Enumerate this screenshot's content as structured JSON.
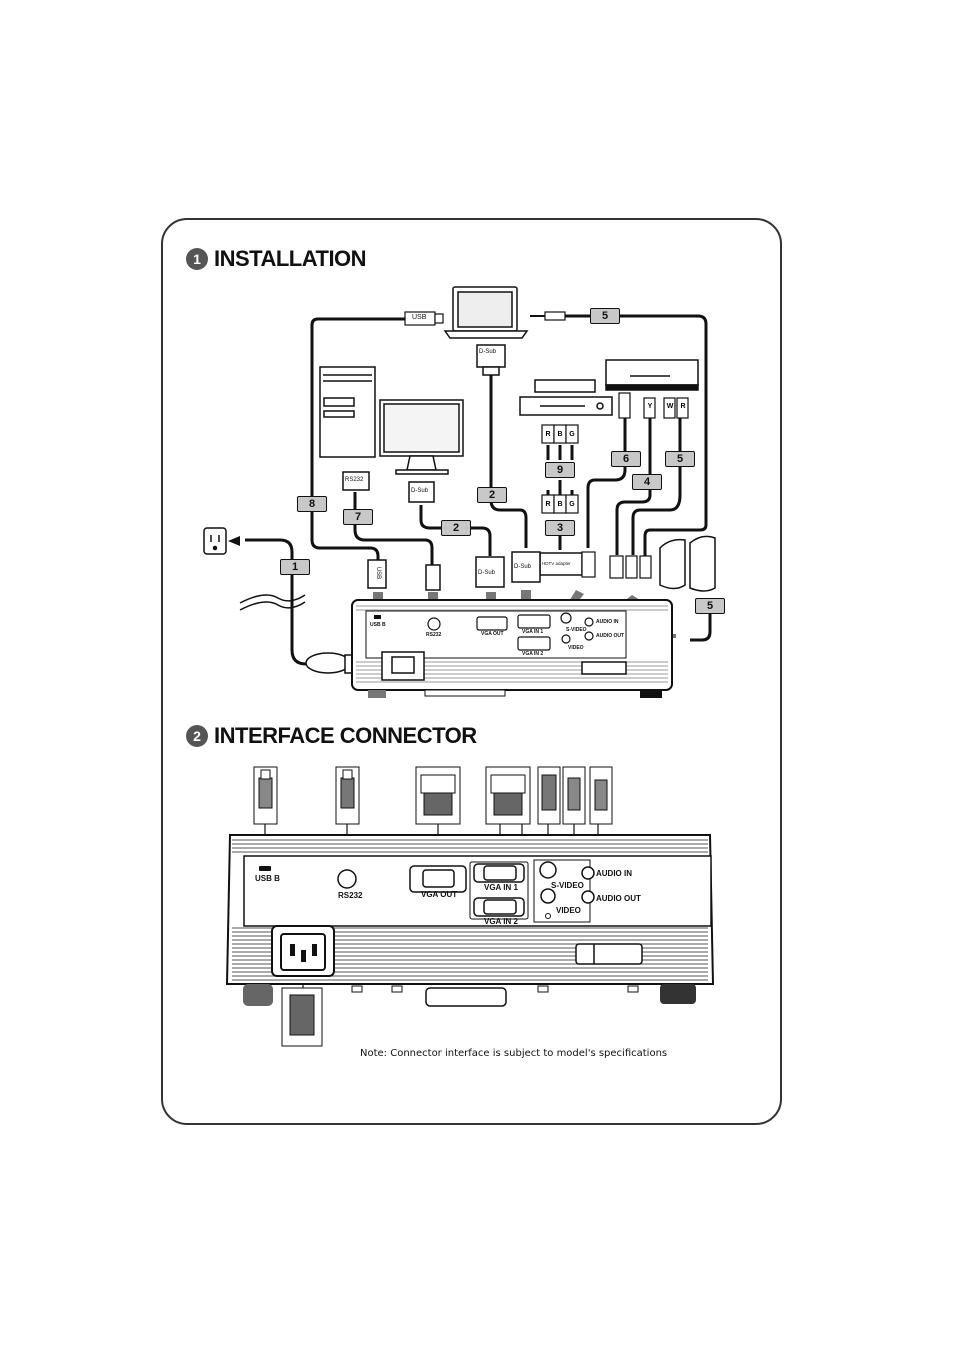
{
  "sections": [
    {
      "badge": "1",
      "title": "INSTALLATION"
    },
    {
      "badge": "2",
      "title": "INTERFACE CONNECTOR"
    }
  ],
  "installation": {
    "device_labels": {
      "laptop_usb": "USB",
      "laptop_dsub": "D-Sub",
      "monitor_dsub": "D-Sub",
      "rs232": "RS232",
      "usb_plug": "USB",
      "dsub_left": "D-Sub",
      "dsub_right": "D-Sub",
      "hdtv": "HDTV adapter"
    },
    "cable_numbers": {
      "c1": "1",
      "c2a": "2",
      "c2b": "2",
      "c3": "3",
      "c4": "4",
      "c5a": "5",
      "c5b": "5",
      "c5c": "5",
      "c6": "6",
      "c7": "7",
      "c8": "8",
      "c9": "9"
    },
    "rgb_top": [
      "R",
      "B",
      "G"
    ],
    "rgb_bottom": [
      "R",
      "B",
      "G"
    ],
    "audio_plugs": [
      "Y",
      "W",
      "R"
    ],
    "port_labels": {
      "usb_b": "USB B",
      "rs232": "RS232",
      "vga_out": "VGA OUT",
      "vga_in1": "VGA IN 1",
      "vga_in2": "VGA IN 2",
      "svideo": "S-VIDEO",
      "video": "VIDEO",
      "audio_in": "AUDIO IN",
      "audio_out": "AUDIO OUT"
    }
  },
  "interface": {
    "port_labels": {
      "usb_b": "USB B",
      "rs232": "RS232",
      "vga_out": "VGA OUT",
      "vga_in1": "VGA IN 1",
      "vga_in2": "VGA IN 2",
      "svideo": "S-VIDEO",
      "video": "VIDEO",
      "audio_in": "AUDIO IN",
      "audio_out": "AUDIO OUT"
    }
  },
  "note": "Note: Connector interface is subject to model's specifications"
}
